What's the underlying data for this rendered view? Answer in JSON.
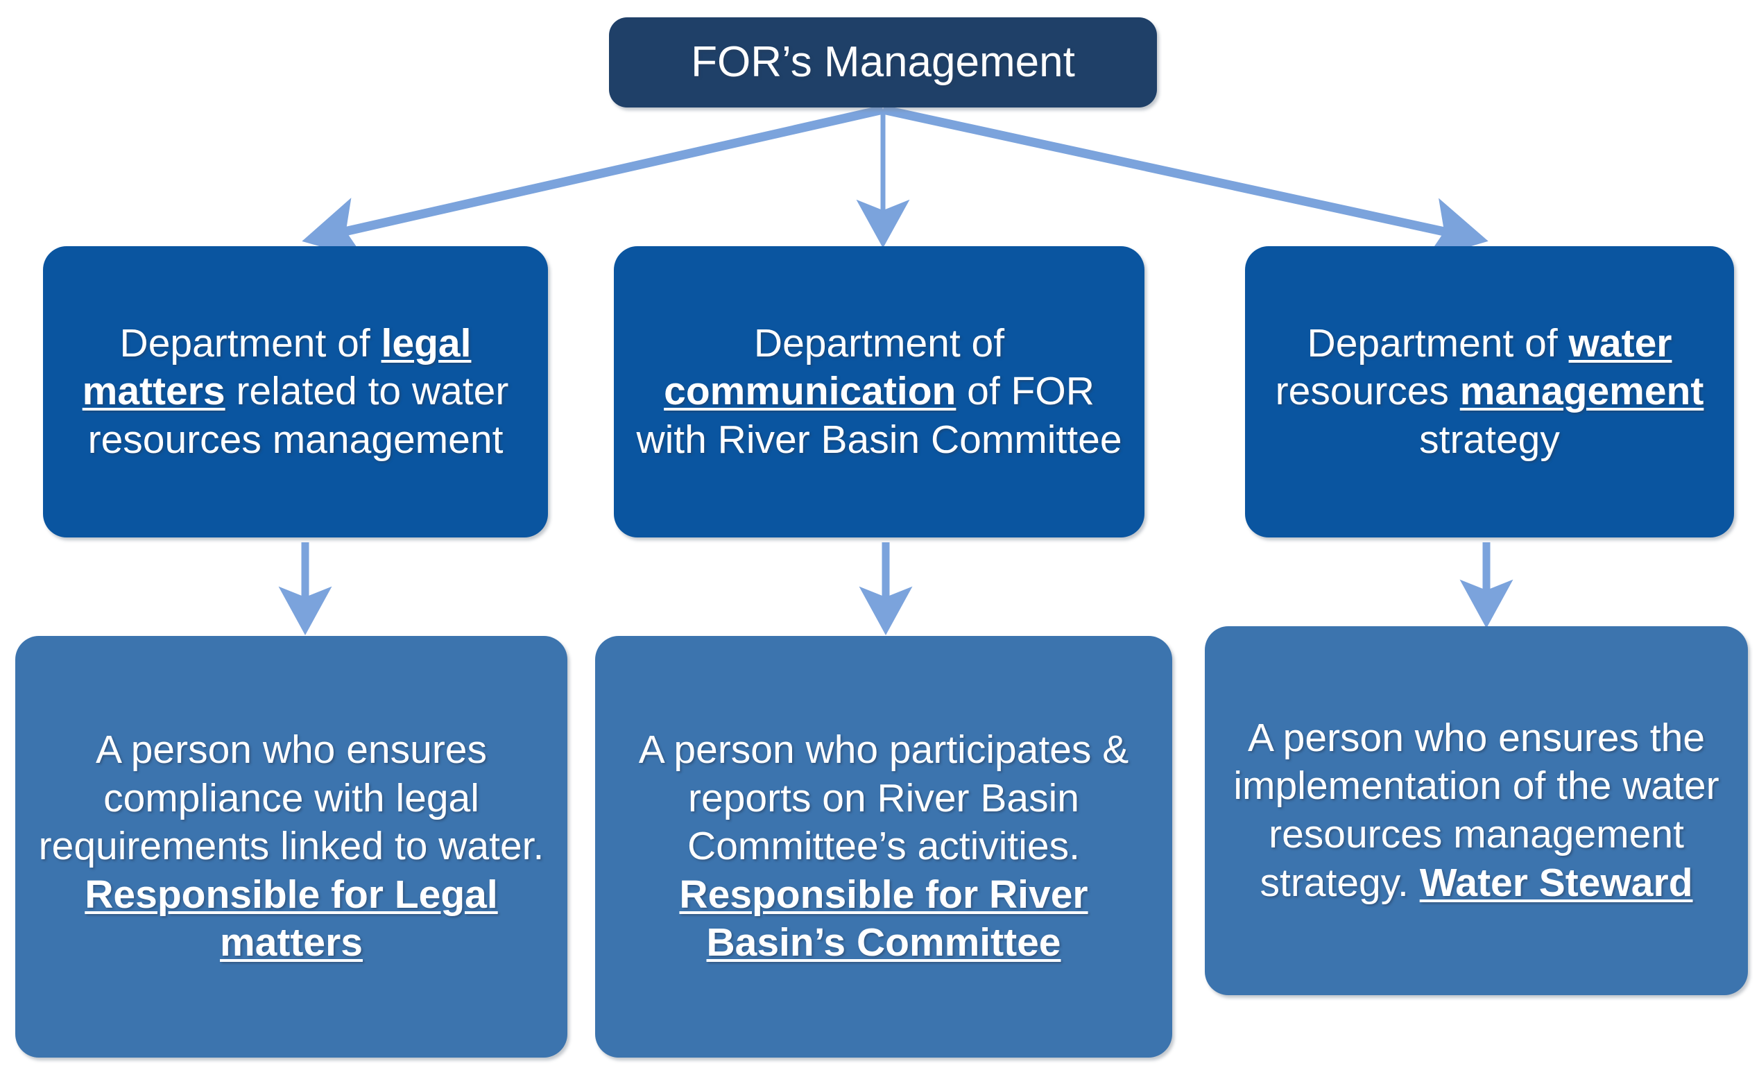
{
  "diagram": {
    "title": "FOR's Management organizational chart",
    "colors": {
      "root_box": "#1F4068",
      "department_box": "#0A55A0",
      "role_box": "#3C74AE",
      "arrow": "#7BA3DC",
      "text": "#FFFFFF",
      "background": "#FFFFFF"
    }
  },
  "root": {
    "label": "FOR’s Management"
  },
  "departments": [
    {
      "id": "legal",
      "parts": [
        {
          "text": "Department of ",
          "emphasis": false
        },
        {
          "text": "legal matters",
          "emphasis": true
        },
        {
          "text": " related to water resources management",
          "emphasis": false
        }
      ],
      "plain": "Department of legal matters related to water resources management"
    },
    {
      "id": "communication",
      "parts": [
        {
          "text": "Department of ",
          "emphasis": false
        },
        {
          "text": "communication",
          "emphasis": true
        },
        {
          "text": " of FOR with River Basin Committee",
          "emphasis": false
        }
      ],
      "plain": "Department of communication of FOR with River Basin Committee"
    },
    {
      "id": "water",
      "parts": [
        {
          "text": "Department of ",
          "emphasis": false
        },
        {
          "text": "water ",
          "emphasis": true
        },
        {
          "text": "resources ",
          "emphasis": false
        },
        {
          "text": "management",
          "emphasis": true
        },
        {
          "text": " strategy",
          "emphasis": false
        }
      ],
      "plain": "Department of water resources management strategy"
    }
  ],
  "roles": [
    {
      "id": "legal-role",
      "parts": [
        {
          "text": "A person who ensures compliance with legal requirements linked to water. ",
          "emphasis": false
        },
        {
          "text": "Responsible for Legal matters",
          "emphasis": true
        }
      ],
      "plain": "A person who ensures compliance with legal requirements linked to water. Responsible for Legal matters"
    },
    {
      "id": "committee-role",
      "parts": [
        {
          "text": "A person who participates & reports on River Basin Committee’s activities. ",
          "emphasis": false
        },
        {
          "text": "Responsible for River Basin’s Committee",
          "emphasis": true
        }
      ],
      "plain": "A person who participates & reports on River Basin Committee’s activities. Responsible for River Basin’s Committee"
    },
    {
      "id": "steward-role",
      "parts": [
        {
          "text": "A person who ensures the implementation of the water resources management strategy. ",
          "emphasis": false
        },
        {
          "text": "Water Steward",
          "emphasis": true
        }
      ],
      "plain": "A person who ensures the implementation of the water resources management strategy. Water Steward"
    }
  ],
  "connectors": [
    {
      "name": "root-to-legal",
      "from": "root",
      "to": "legal",
      "kind": "diagonal-arrow"
    },
    {
      "name": "root-to-communication",
      "from": "root",
      "to": "communication",
      "kind": "straight-arrow"
    },
    {
      "name": "root-to-water",
      "from": "root",
      "to": "water",
      "kind": "diagonal-arrow"
    },
    {
      "name": "legal-to-role",
      "from": "legal",
      "to": "legal-role",
      "kind": "straight-arrow"
    },
    {
      "name": "communication-to-role",
      "from": "communication",
      "to": "committee-role",
      "kind": "straight-arrow"
    },
    {
      "name": "water-to-role",
      "from": "water",
      "to": "steward-role",
      "kind": "straight-arrow"
    }
  ]
}
